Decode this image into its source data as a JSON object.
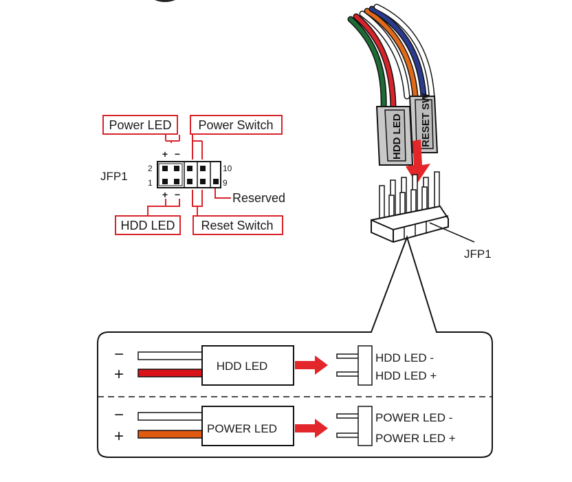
{
  "header_labels": {
    "power_led": "Power LED",
    "power_switch": "Power Switch",
    "hdd_led": "HDD LED",
    "reset_switch": "Reset Switch",
    "reserved": "Reserved",
    "jfp1": "JFP1"
  },
  "pin_numbers": {
    "top_left": "2",
    "bottom_left": "1",
    "top_right": "10",
    "bottom_right": "9"
  },
  "polarity": {
    "plus": "+",
    "minus": "−"
  },
  "connector_labels": {
    "hdd": "HDD LED",
    "reset": "RESET SW",
    "jfp1": "JFP1"
  },
  "detail": {
    "hdd_box": "HDD LED",
    "hdd_minus": "HDD LED -",
    "hdd_plus": "HDD LED +",
    "power_box": "POWER LED",
    "power_minus": "POWER LED -",
    "power_plus": "POWER LED +",
    "minus_sign": "−",
    "plus_sign": "+"
  },
  "colors": {
    "label_border": "#d8232a",
    "arrow": "#e2262a",
    "hdd_plus_wire": "#d9121a",
    "power_plus_wire": "#e05a10",
    "wire_green": "#1e6b35",
    "wire_red": "#d8232a",
    "wire_orange": "#e06a1a",
    "wire_blue": "#2a3b8f",
    "connector_gray": "#c9c9c9"
  }
}
